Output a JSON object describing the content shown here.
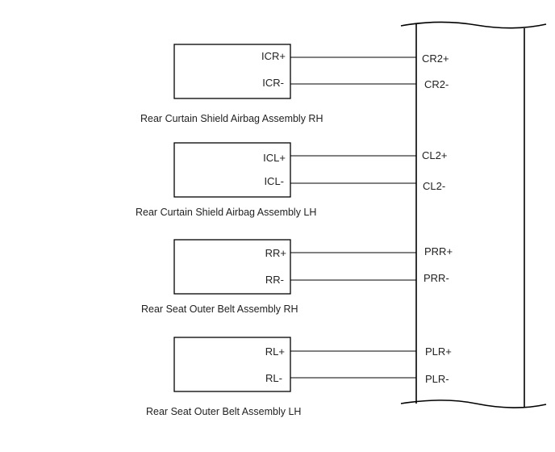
{
  "components": [
    {
      "caption": "Rear Curtain Shield Airbag Assembly RH",
      "pins": [
        {
          "name": "ICR+",
          "connector": "CR2+"
        },
        {
          "name": "ICR-",
          "connector": "CR2-"
        }
      ]
    },
    {
      "caption": "Rear Curtain Shield Airbag Assembly LH",
      "pins": [
        {
          "name": "ICL+",
          "connector": "CL2+"
        },
        {
          "name": "ICL-",
          "connector": "CL2-"
        }
      ]
    },
    {
      "caption": "Rear Seat Outer Belt Assembly RH",
      "pins": [
        {
          "name": "RR+",
          "connector": "PRR+"
        },
        {
          "name": "RR-",
          "connector": "PRR-"
        }
      ]
    },
    {
      "caption": "Rear Seat Outer Belt Assembly LH",
      "pins": [
        {
          "name": "RL+",
          "connector": "PLR+"
        },
        {
          "name": "RL-",
          "connector": "PLR-"
        }
      ]
    }
  ]
}
